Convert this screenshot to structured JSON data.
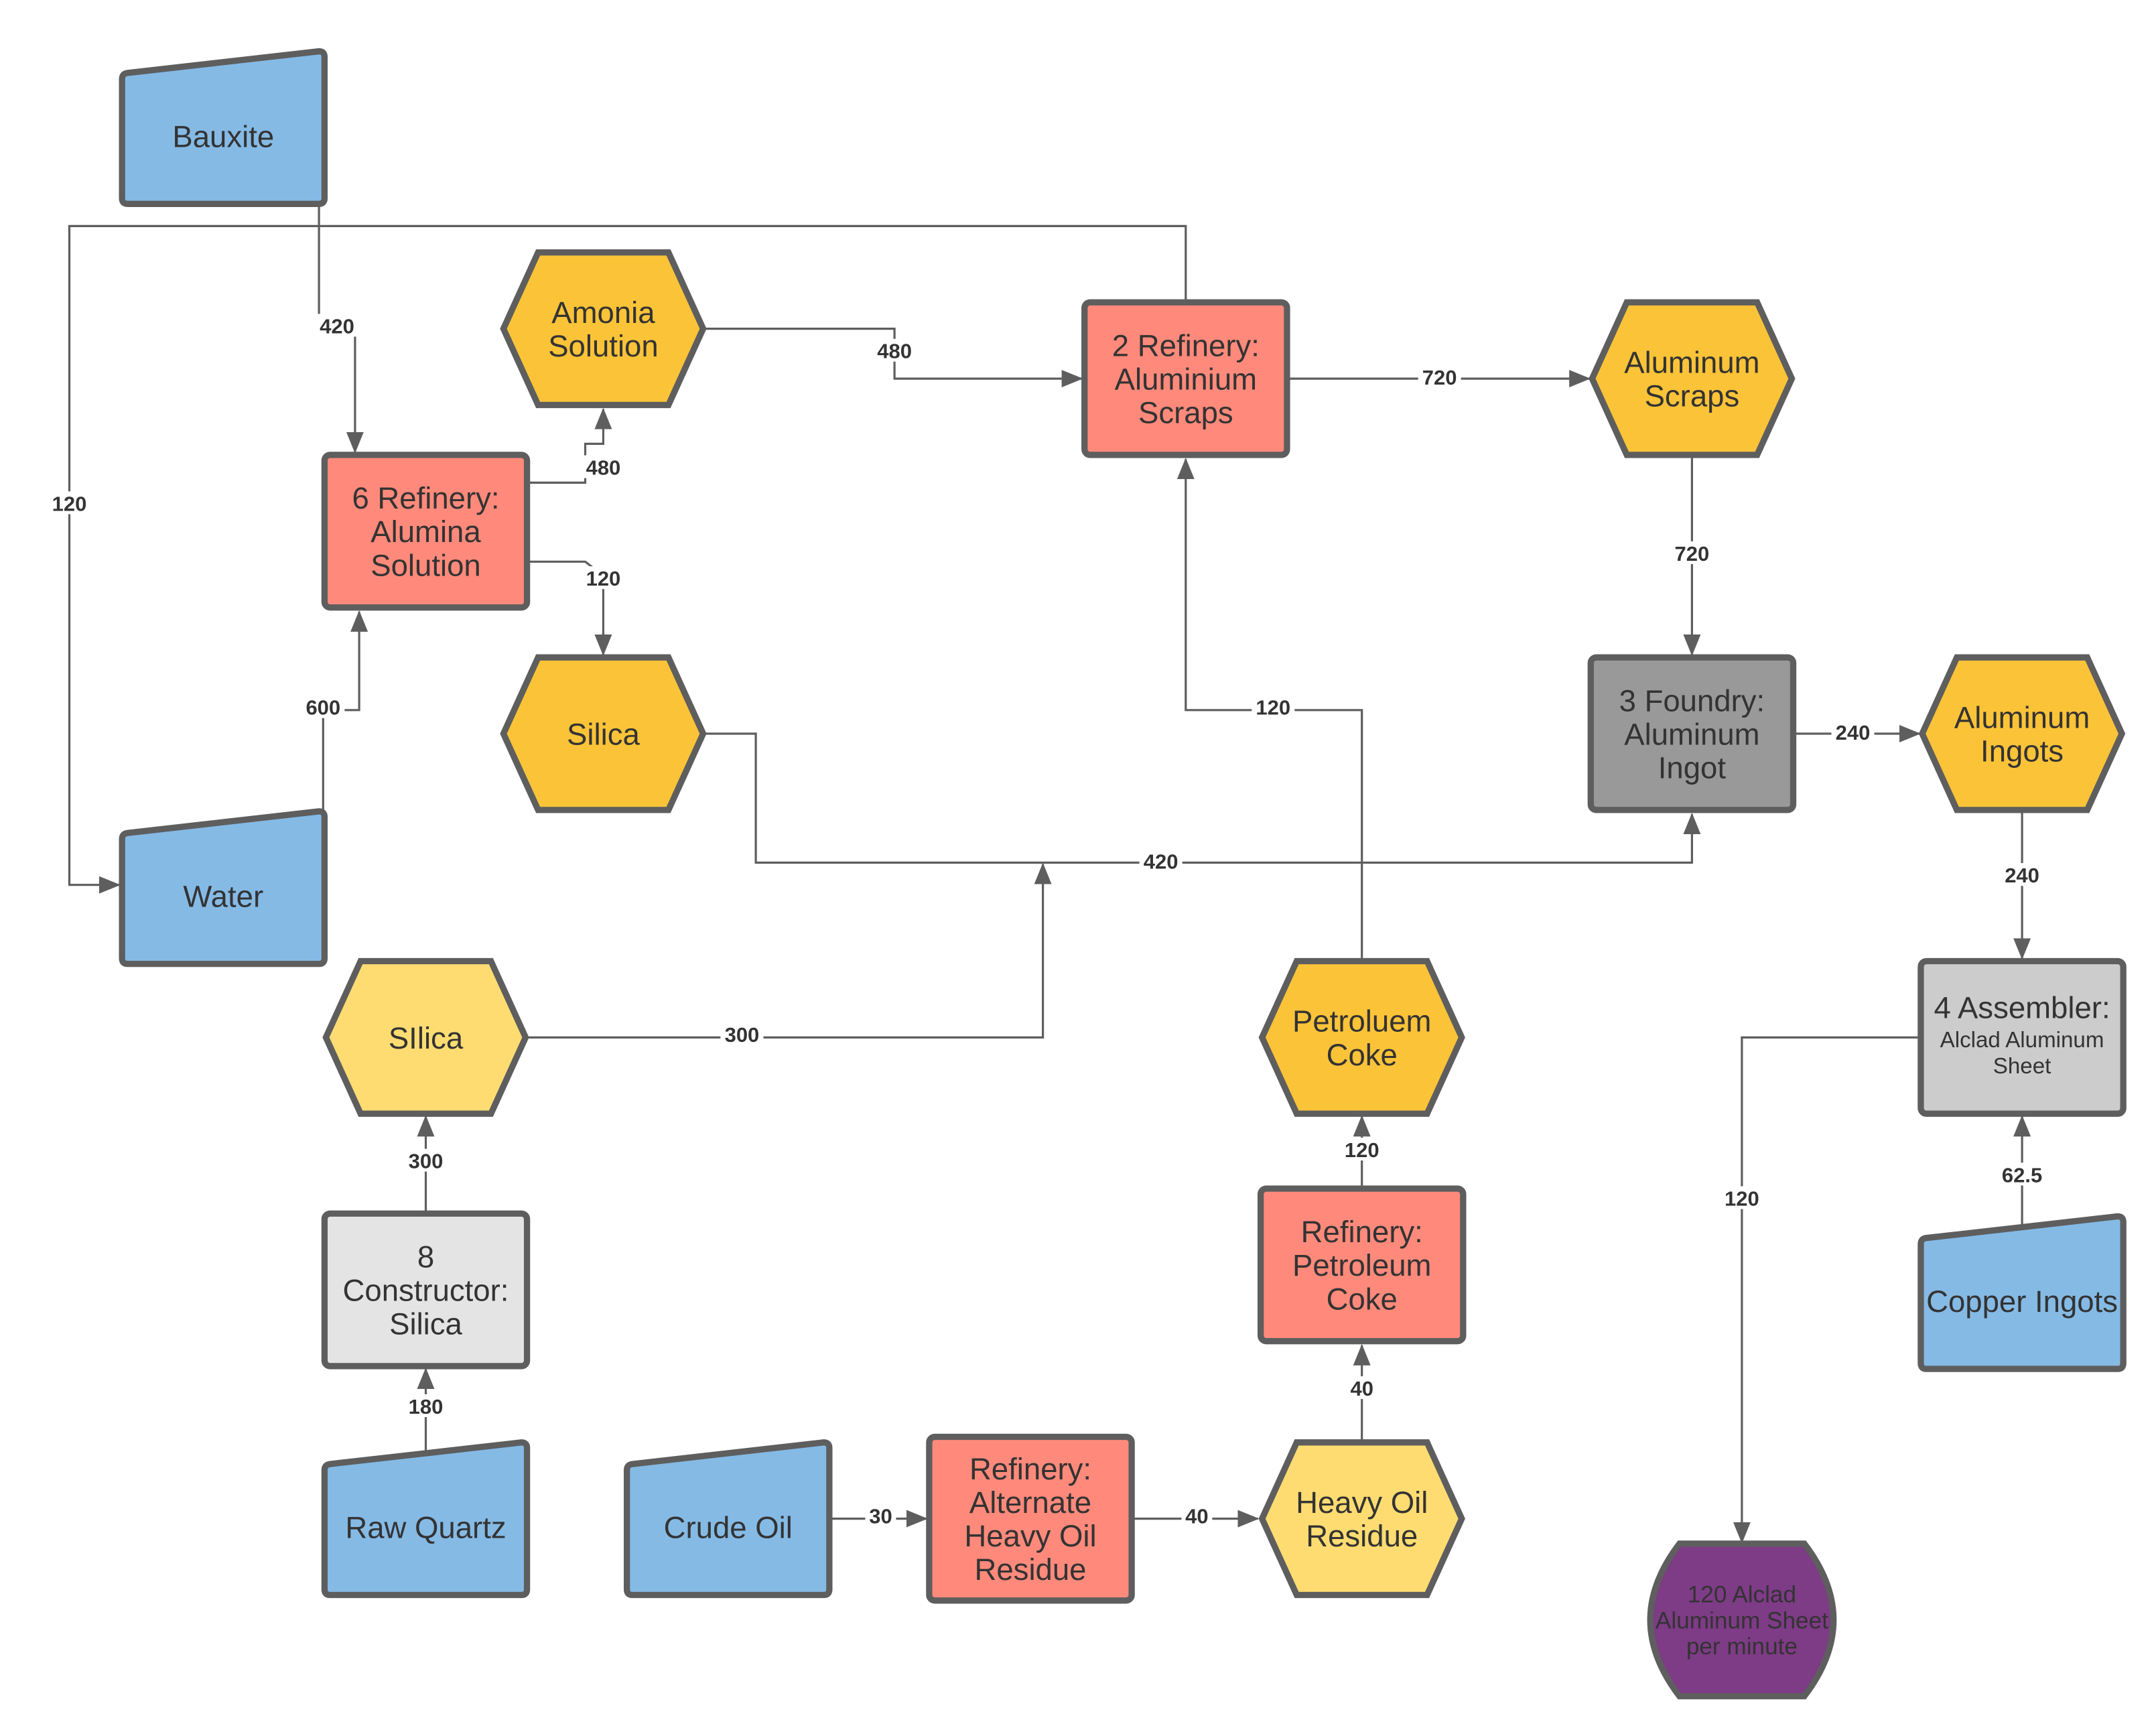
{
  "colors": {
    "input": "#85bae5",
    "refinery": "#ff8a7b",
    "product": "#fbc338",
    "product_light": "#ffdc72",
    "foundry": "#999999",
    "assembler": "#cccccc",
    "constructor": "#e4e4e4",
    "output": "#7e3b86",
    "stroke": "#5e5e5e",
    "text": "#333333"
  },
  "nodes": {
    "bauxite": {
      "lines": [
        "Bauxite"
      ],
      "shape": "input",
      "color": "input"
    },
    "water": {
      "lines": [
        "Water"
      ],
      "shape": "input",
      "color": "input"
    },
    "raw_quartz": {
      "lines": [
        "Raw Quartz"
      ],
      "shape": "input",
      "color": "input"
    },
    "crude_oil": {
      "lines": [
        "Crude Oil"
      ],
      "shape": "input",
      "color": "input"
    },
    "copper_ingots": {
      "lines": [
        "Copper Ingots"
      ],
      "shape": "input",
      "color": "input"
    },
    "refinery_alumina": {
      "lines": [
        "6 Refinery:",
        "Alumina",
        "Solution"
      ],
      "shape": "rect",
      "color": "refinery"
    },
    "refinery_scraps": {
      "lines": [
        "2 Refinery:",
        "Aluminium",
        "Scraps"
      ],
      "shape": "rect",
      "color": "refinery"
    },
    "foundry_ingot": {
      "lines": [
        "3 Foundry:",
        "Aluminum",
        "Ingot"
      ],
      "shape": "rect",
      "color": "foundry"
    },
    "assembler_sheet": {
      "lines": [
        "4 Assembler:",
        "Alclad Aluminum",
        "Sheet"
      ],
      "shape": "rect",
      "color": "assembler"
    },
    "constructor_silica": {
      "lines": [
        "8",
        "Constructor:",
        "Silica"
      ],
      "shape": "rect",
      "color": "constructor"
    },
    "refinery_petcoke": {
      "lines": [
        "Refinery:",
        "Petroleum",
        "Coke"
      ],
      "shape": "rect",
      "color": "refinery"
    },
    "refinery_heavy_oil": {
      "lines": [
        "Refinery:",
        "Alternate",
        "Heavy Oil",
        "Residue"
      ],
      "shape": "rect",
      "color": "refinery"
    },
    "amonia_solution": {
      "lines": [
        "Amonia",
        "Solution"
      ],
      "shape": "hex",
      "color": "product"
    },
    "silica": {
      "lines": [
        "Silica"
      ],
      "shape": "hex",
      "color": "product"
    },
    "silica_2": {
      "lines": [
        "SIlica"
      ],
      "shape": "hex",
      "color": "product_light"
    },
    "aluminum_scraps": {
      "lines": [
        "Aluminum",
        "Scraps"
      ],
      "shape": "hex",
      "color": "product"
    },
    "aluminum_ingots": {
      "lines": [
        "Aluminum",
        "Ingots"
      ],
      "shape": "hex",
      "color": "product"
    },
    "petroleum_coke": {
      "lines": [
        "Petroluem",
        "Coke"
      ],
      "shape": "hex",
      "color": "product"
    },
    "heavy_oil_residue": {
      "lines": [
        "Heavy Oil",
        "Residue"
      ],
      "shape": "hex",
      "color": "product_light"
    },
    "final_output": {
      "lines": [
        "120 Alclad",
        "Aluminum Sheet",
        "per minute"
      ],
      "shape": "output",
      "color": "output"
    }
  },
  "edges": {
    "bauxite_to_alumina": "420",
    "water_to_alumina": "600",
    "alumina_to_amonia": "480",
    "alumina_to_silica": "120",
    "amonia_to_scraps_refinery": "480",
    "scraps_refinery_to_water": "120",
    "scraps_refinery_to_aluminum_scraps": "720",
    "aluminum_scraps_to_foundry": "720",
    "silica_to_foundry": "420",
    "silica2_to_foundry": "300",
    "petcoke_to_scraps_refinery": "120",
    "foundry_to_ingots": "240",
    "ingots_to_assembler": "240",
    "copper_to_assembler": "62.5",
    "assembler_to_output": "120",
    "raw_quartz_to_constructor": "180",
    "constructor_to_silica2": "300",
    "crude_oil_to_heavy_oil_refinery": "30",
    "heavy_oil_refinery_to_residue": "40",
    "residue_to_petcoke_refinery": "40",
    "petcoke_refinery_to_petcoke": "120"
  }
}
